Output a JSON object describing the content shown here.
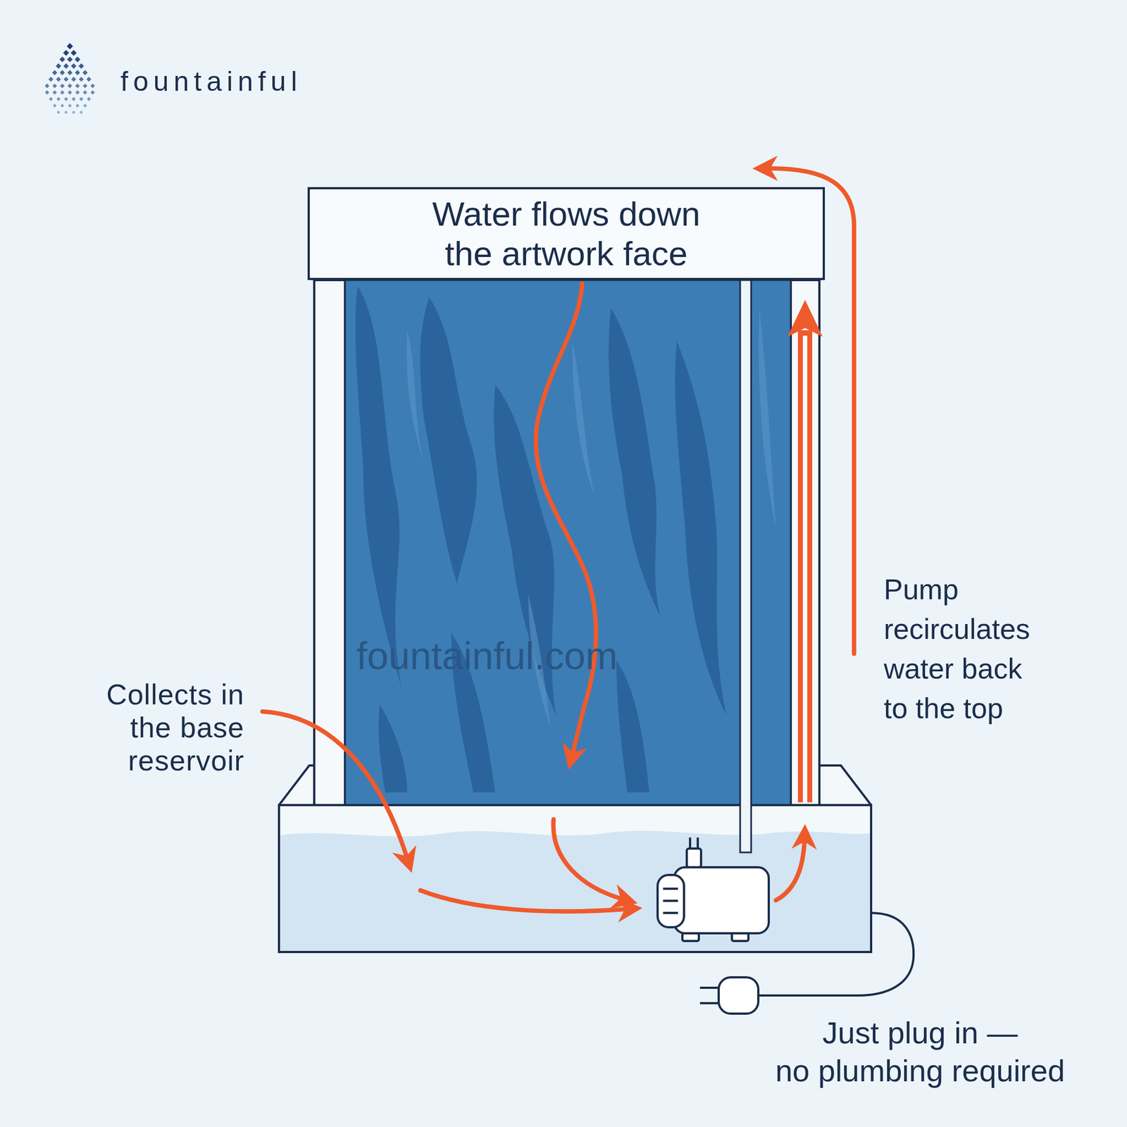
{
  "diagram": {
    "nodes": [
      {
        "text": [
          "Water flows down the artwork face"
        ]
      }
    ],
    "labels": [
      "fountainful",
      "Collects in the base reservoir",
      "Pump recirculates water back to the top",
      "Just plug in — no plumbing required",
      "fountainful.com"
    ]
  }
}
